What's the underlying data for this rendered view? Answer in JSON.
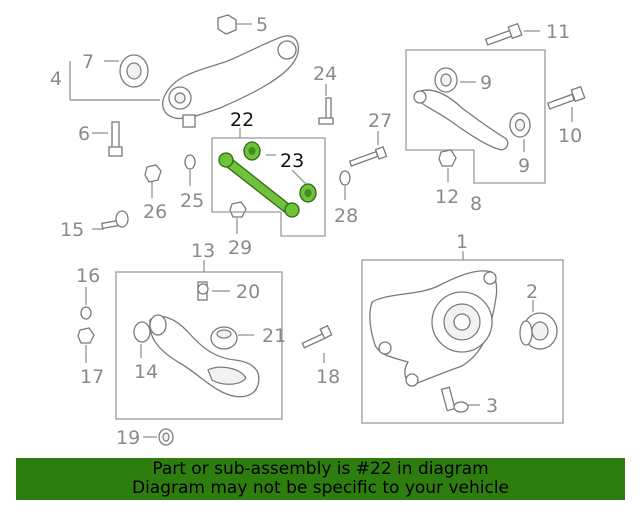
{
  "callouts": {
    "c1": "1",
    "c2": "2",
    "c3": "3",
    "c4": "4",
    "c5": "5",
    "c6": "6",
    "c7": "7",
    "c8": "8",
    "c9a": "9",
    "c9b": "9",
    "c10": "10",
    "c11": "11",
    "c12": "12",
    "c13": "13",
    "c14": "14",
    "c15": "15",
    "c16": "16",
    "c17": "17",
    "c18": "18",
    "c19": "19",
    "c20": "20",
    "c21": "21",
    "c22": "22",
    "c23": "23",
    "c24": "24",
    "c25": "25",
    "c26": "26",
    "c27": "27",
    "c28": "28",
    "c29": "29"
  },
  "banner": {
    "line1": "Part or sub-assembly is #22 in diagram",
    "line2": "Diagram may not be specific to your vehicle"
  },
  "colors": {
    "highlight_part": "#6fc23a",
    "banner_bg": "#2e7d0f",
    "banner_text": "#000000",
    "callout_text": "#8a8a8a"
  }
}
